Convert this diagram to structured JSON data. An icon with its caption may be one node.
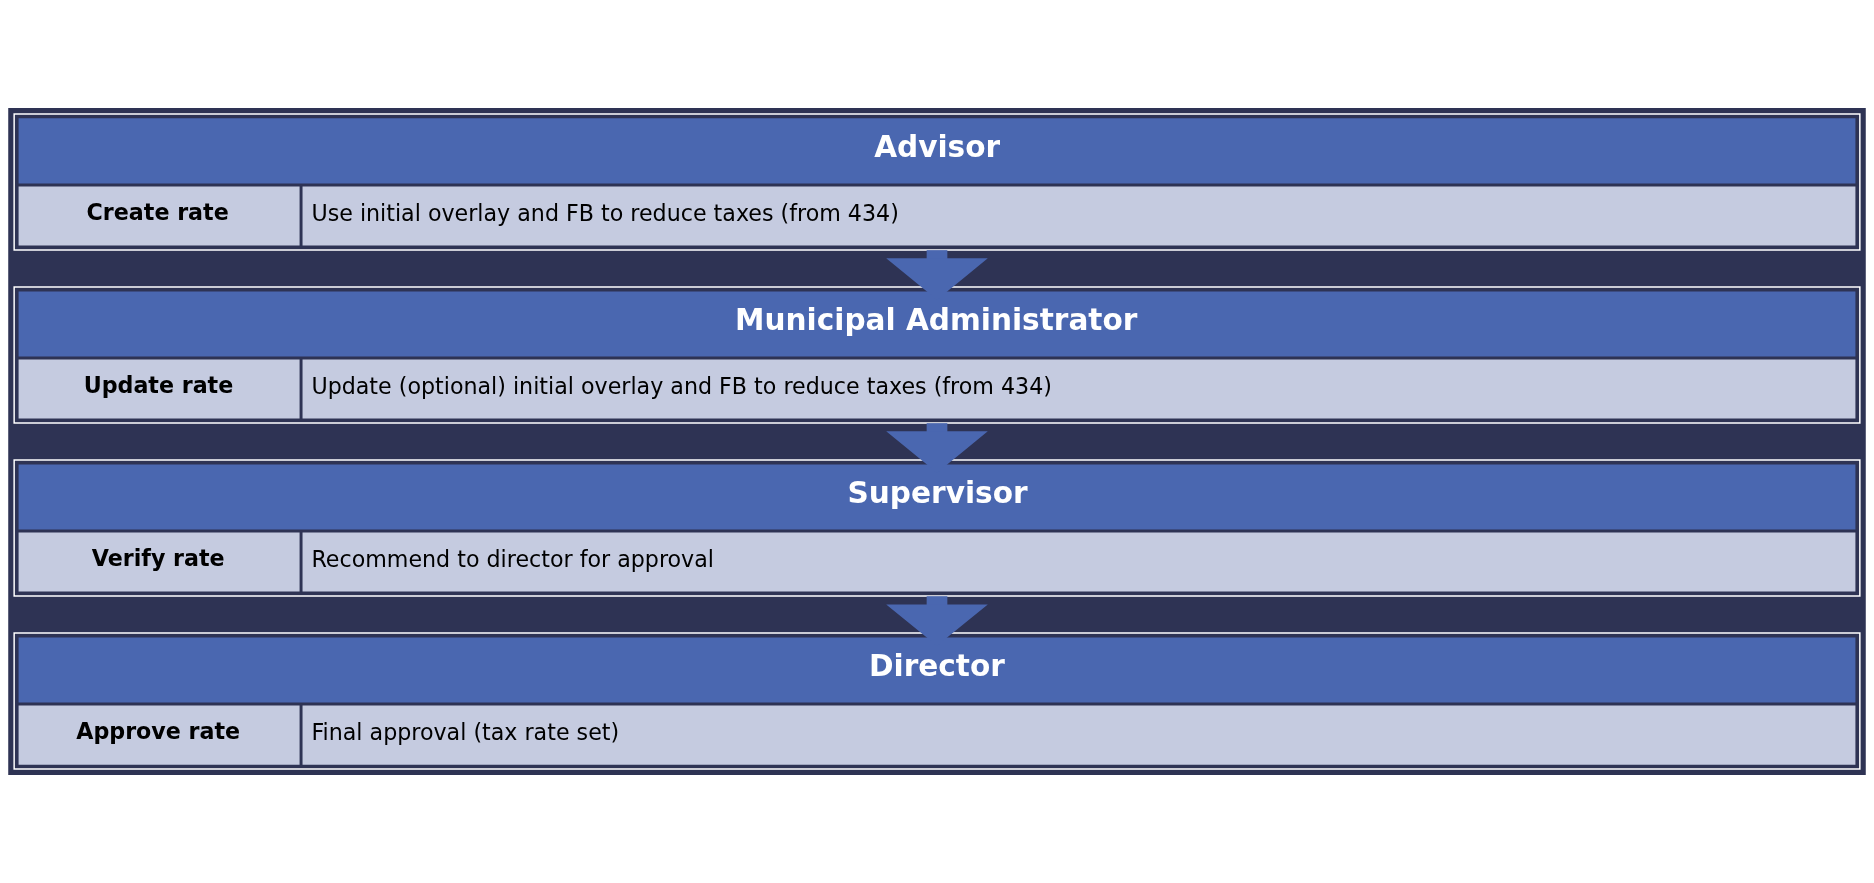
{
  "diagram": {
    "nodes": [
      {
        "text": [
          "Advisor",
          "Create rate",
          "Use initial overlay and FB to reduce taxes (from 434)"
        ]
      },
      {
        "text": [
          "Municipal Administrator",
          "Update rate",
          "Update (optional) initial overlay and FB to reduce taxes (from 434)"
        ]
      },
      {
        "text": [
          "Supervisor",
          "Verify rate",
          "Recommend to director for approval"
        ]
      },
      {
        "text": [
          "Director",
          "Approve rate",
          "Final approval (tax rate set)"
        ]
      }
    ],
    "edges": [
      {
        "from": 0,
        "to": 1,
        "arrow": "to"
      },
      {
        "from": 1,
        "to": 2,
        "arrow": "to"
      },
      {
        "from": 2,
        "to": 3,
        "arrow": "to"
      }
    ]
  }
}
